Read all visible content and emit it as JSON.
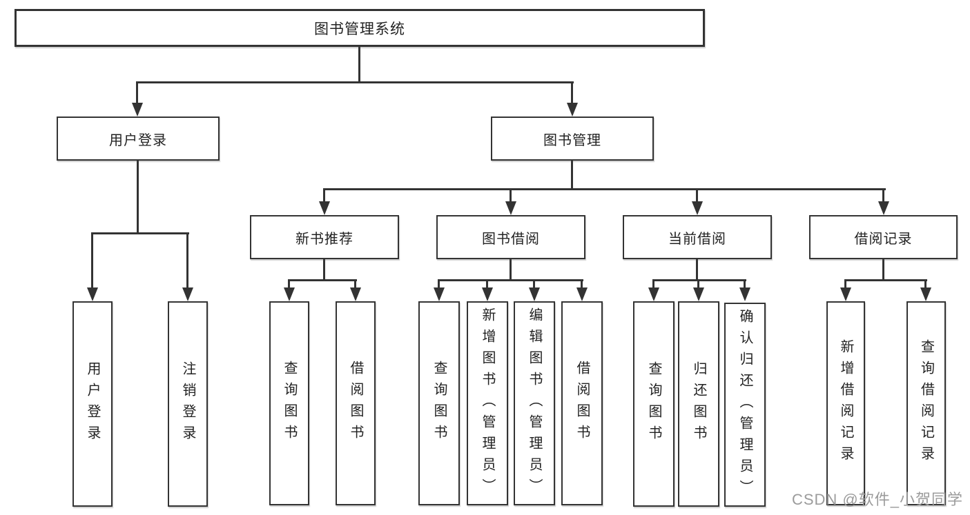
{
  "colors": {
    "line": "#333333",
    "text": "#222222",
    "watermark": "#9b9b9b",
    "background": "#ffffff"
  },
  "watermark": {
    "text": "CSDN @软件_小贺同学"
  },
  "nodes": {
    "root": {
      "label": "图书管理系统"
    },
    "user_login": {
      "label": "用户登录"
    },
    "book_mgmt": {
      "label": "图书管理"
    },
    "new_book_rec": {
      "label": "新书推荐"
    },
    "book_borrow": {
      "label": "图书借阅"
    },
    "current_borrow": {
      "label": "当前借阅"
    },
    "borrow_records": {
      "label": "借阅记录"
    },
    "leaves": {
      "user_login_1": "用户登录",
      "user_login_2": "注销登录",
      "new_book_1": "查询图书",
      "new_book_2": "借阅图书",
      "borrow_1": "查询图书",
      "borrow_2": "新增图书（管理员）",
      "borrow_3": "编辑图书（管理员）",
      "borrow_4": "借阅图书",
      "current_1": "查询图书",
      "current_2": "归还图书",
      "current_3": "确认归还（管理员）",
      "records_1": "新增借阅记录",
      "records_2": "查询借阅记录"
    }
  },
  "hierarchy": {
    "root": "图书管理系统",
    "children": [
      {
        "label": "用户登录",
        "children": [
          "用户登录",
          "注销登录"
        ]
      },
      {
        "label": "图书管理",
        "children": [
          {
            "label": "新书推荐",
            "children": [
              "查询图书",
              "借阅图书"
            ]
          },
          {
            "label": "图书借阅",
            "children": [
              "查询图书",
              "新增图书（管理员）",
              "编辑图书（管理员）",
              "借阅图书"
            ]
          },
          {
            "label": "当前借阅",
            "children": [
              "查询图书",
              "归还图书",
              "确认归还（管理员）"
            ]
          },
          {
            "label": "借阅记录",
            "children": [
              "新增借阅记录",
              "查询借阅记录"
            ]
          }
        ]
      }
    ]
  }
}
